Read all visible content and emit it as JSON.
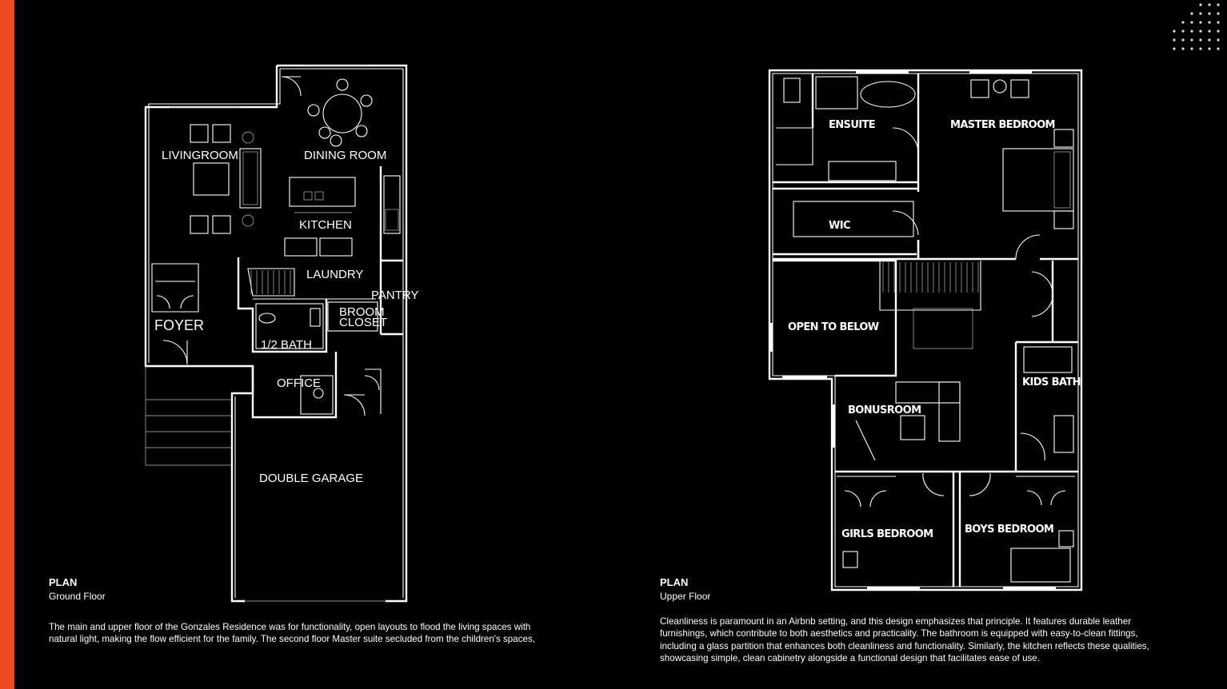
{
  "ground_floor": {
    "plan_label": "PLAN",
    "plan_sub": "Ground Floor",
    "rooms": {
      "livingroom": "LIVINGROOM",
      "dining": "DINING ROOM",
      "kitchen": "KITCHEN",
      "laundry": "LAUNDRY",
      "pantry": "PANTRY",
      "broom": "BROOM",
      "closet": "CLOSET",
      "foyer": "FOYER",
      "half_bath": "1/2 BATH",
      "office": "OFFICE",
      "garage": "DOUBLE GARAGE"
    },
    "description": "The main and upper floor of the Gonzales Residence was for functionality, open layouts to flood the living spaces with natural light, making the flow efficient for the family. The second floor Master suite secluded from the children's spaces,"
  },
  "upper_floor": {
    "plan_label": "PLAN",
    "plan_sub": "Upper Floor",
    "rooms": {
      "ensuite": "ENSUITE",
      "master": "MASTER BEDROOM",
      "wic": "WIC",
      "open_below": "OPEN TO BELOW",
      "kids_bath": "KIDS BATH",
      "bonus": "BONUSROOM",
      "girls": "GIRLS BEDROOM",
      "boys": "BOYS BEDROOM"
    },
    "description": "Cleanliness is paramount in an Airbnb setting, and this design emphasizes that principle. It features durable leather furnishings, which contribute to both aesthetics and practicality. The bathroom is equipped with easy-to-clean fittings, including a glass partition that enhances both cleanliness and functionality. Similarly, the kitchen reflects these qualities, showcasing simple, clean cabinetry alongside a functional design that facilitates ease of use."
  },
  "colors": {
    "accent": "#f04a23",
    "background": "#000000",
    "lines": "#ffffff"
  }
}
